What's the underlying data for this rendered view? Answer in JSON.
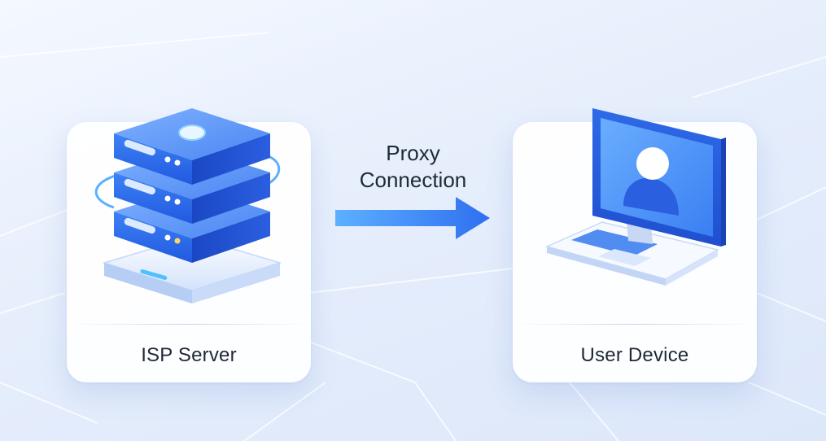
{
  "nodes": {
    "source": {
      "label": "ISP Server",
      "icon": "server-stack-icon"
    },
    "target": {
      "label": "User Device",
      "icon": "monitor-user-icon"
    }
  },
  "edge": {
    "label_line1": "Proxy",
    "label_line2": "Connection",
    "direction": "source-to-target"
  },
  "colors": {
    "accent": "#2f6ff0",
    "accent_light": "#5cb0ff",
    "background": "#e6eefc",
    "card": "#ffffff",
    "text": "#1f2836"
  }
}
